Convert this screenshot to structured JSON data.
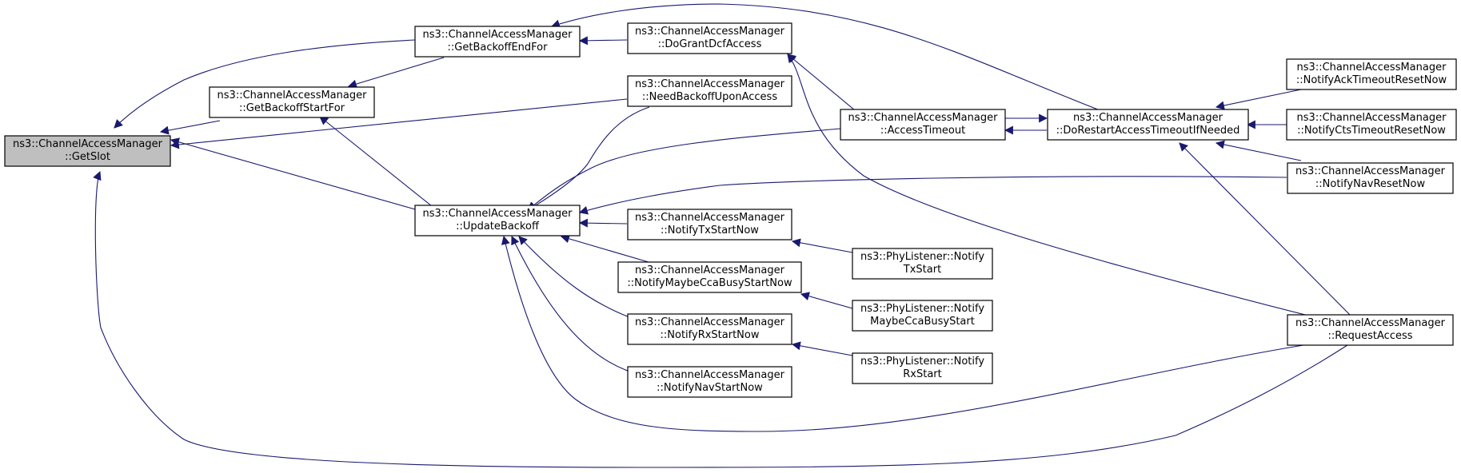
{
  "colors": {
    "edge": "#191970",
    "root_fill": "#bfbfbf",
    "node_fill": "#ffffff",
    "border": "#000000"
  },
  "nodes": {
    "getslot": [
      "ns3::ChannelAccessManager",
      "::GetSlot"
    ],
    "getbackoffendfor": [
      "ns3::ChannelAccessManager",
      "::GetBackoffEndFor"
    ],
    "getbackoffstartfor": [
      "ns3::ChannelAccessManager",
      "::GetBackoffStartFor"
    ],
    "updatebackoff": [
      "ns3::ChannelAccessManager",
      "::UpdateBackoff"
    ],
    "dograntdcfaccess": [
      "ns3::ChannelAccessManager",
      "::DoGrantDcfAccess"
    ],
    "needbackoffuponaccess": [
      "ns3::ChannelAccessManager",
      "::NeedBackoffUponAccess"
    ],
    "notifytxstartnow": [
      "ns3::ChannelAccessManager",
      "::NotifyTxStartNow"
    ],
    "notifymaybeccabusystartnow": [
      "ns3::ChannelAccessManager",
      "::NotifyMaybeCcaBusyStartNow"
    ],
    "notifyrxstartnow": [
      "ns3::ChannelAccessManager",
      "::NotifyRxStartNow"
    ],
    "notifynavstartnow": [
      "ns3::ChannelAccessManager",
      "::NotifyNavStartNow"
    ],
    "accesstimeout": [
      "ns3::ChannelAccessManager",
      "::AccessTimeout"
    ],
    "phytxstart": [
      "ns3::PhyListener::Notify",
      "TxStart"
    ],
    "phymaybeccabusystart": [
      "ns3::PhyListener::Notify",
      "MaybeCcaBusyStart"
    ],
    "phyrxstart": [
      "ns3::PhyListener::Notify",
      "RxStart"
    ],
    "dorestartaccesstimeoutifneeded": [
      "ns3::ChannelAccessManager",
      "::DoRestartAccessTimeoutIfNeeded"
    ],
    "notifyacktimeoutresetnow": [
      "ns3::ChannelAccessManager",
      "::NotifyAckTimeoutResetNow"
    ],
    "notifyctstimeoutresetnow": [
      "ns3::ChannelAccessManager",
      "::NotifyCtsTimeoutResetNow"
    ],
    "notifynavresetnow": [
      "ns3::ChannelAccessManager",
      "::NotifyNavResetNow"
    ],
    "requestaccess": [
      "ns3::ChannelAccessManager",
      "::RequestAccess"
    ]
  },
  "edges": [
    [
      "getbackoffendfor",
      "getslot"
    ],
    [
      "getbackoffstartfor",
      "getslot"
    ],
    [
      "needbackoffuponaccess",
      "getslot"
    ],
    [
      "updatebackoff",
      "getslot"
    ],
    [
      "requestaccess",
      "getslot"
    ],
    [
      "dograntdcfaccess",
      "getbackoffendfor"
    ],
    [
      "dorestartaccesstimeoutifneeded",
      "getbackoffendfor"
    ],
    [
      "getbackoffendfor",
      "getbackoffstartfor"
    ],
    [
      "updatebackoff",
      "getbackoffstartfor"
    ],
    [
      "accesstimeout",
      "dograntdcfaccess"
    ],
    [
      "requestaccess",
      "dograntdcfaccess"
    ],
    [
      "dorestartaccesstimeoutifneeded",
      "accesstimeout"
    ],
    [
      "accesstimeout",
      "dorestartaccesstimeoutifneeded"
    ],
    [
      "notifyacktimeoutresetnow",
      "dorestartaccesstimeoutifneeded"
    ],
    [
      "notifyctstimeoutresetnow",
      "dorestartaccesstimeoutifneeded"
    ],
    [
      "notifynavresetnow",
      "dorestartaccesstimeoutifneeded"
    ],
    [
      "requestaccess",
      "dorestartaccesstimeoutifneeded"
    ],
    [
      "needbackoffuponaccess",
      "updatebackoff"
    ],
    [
      "accesstimeout",
      "updatebackoff"
    ],
    [
      "notifynavresetnow",
      "updatebackoff"
    ],
    [
      "notifytxstartnow",
      "updatebackoff"
    ],
    [
      "notifymaybeccabusystartnow",
      "updatebackoff"
    ],
    [
      "notifyrxstartnow",
      "updatebackoff"
    ],
    [
      "notifynavstartnow",
      "updatebackoff"
    ],
    [
      "requestaccess",
      "updatebackoff"
    ],
    [
      "phytxstart",
      "notifytxstartnow"
    ],
    [
      "phymaybeccabusystart",
      "notifymaybeccabusystartnow"
    ],
    [
      "phyrxstart",
      "notifyrxstartnow"
    ]
  ]
}
